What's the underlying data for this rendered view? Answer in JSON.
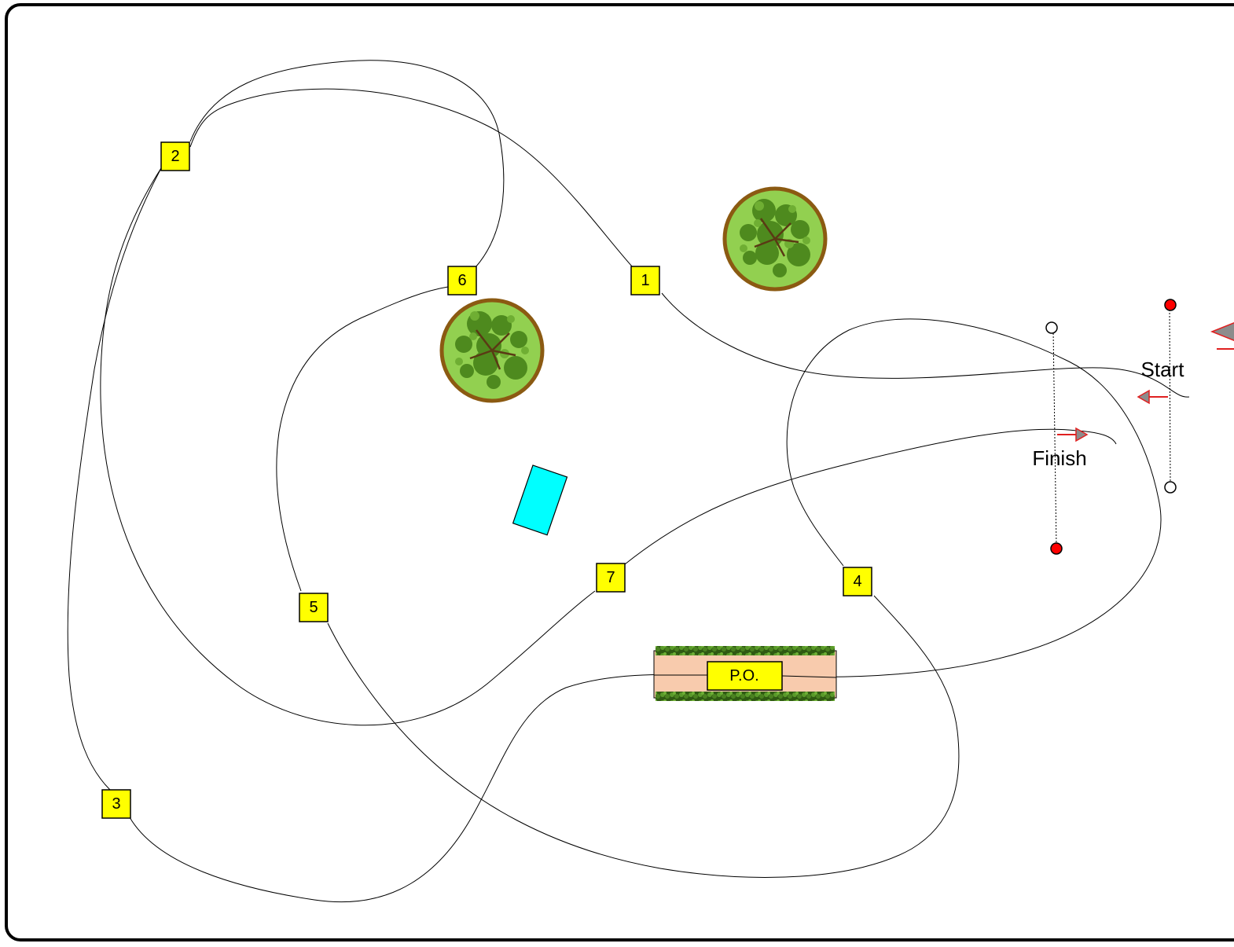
{
  "colors": {
    "marker_fill": "#ffff00",
    "tree_rim": "#8b5a12",
    "tree_base": "#92d050",
    "foliage": "#4e8a1e",
    "pen_fill": "#f8cbad",
    "hedge": "#3f6b1a",
    "object_fill": "#00ffff",
    "flag_red": "#ff0000",
    "flag_white": "#ffffff",
    "arrow_red": "#e02020",
    "arrow_grey": "#8c8c8c"
  },
  "markers": {
    "m1": "1",
    "m2": "2",
    "m3": "3",
    "m4": "4",
    "m5": "5",
    "m6": "6",
    "m7": "7"
  },
  "labels": {
    "start": "Start",
    "finish": "Finish",
    "pen": "P.O."
  },
  "icons": {
    "tree": "tree-icon",
    "start_arrow": "arrow-left-icon",
    "finish_arrow": "arrow-right-icon",
    "start_entry_arrow": "triangle-left-icon"
  }
}
